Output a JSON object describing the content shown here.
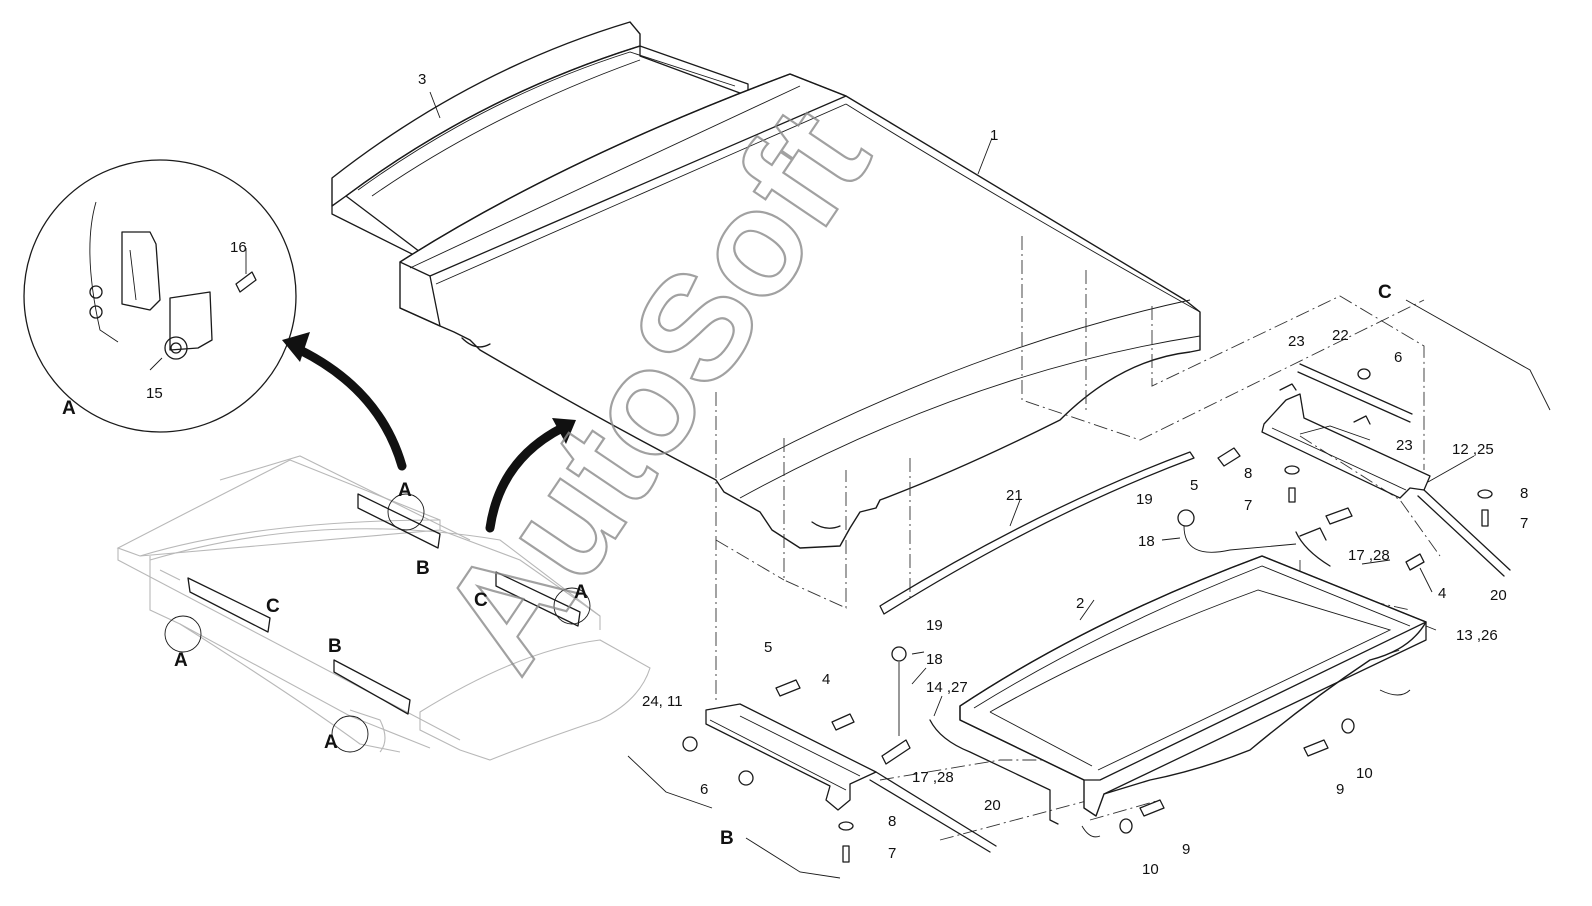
{
  "watermark": "AutoSoft",
  "detail": {
    "circle_label": "A"
  },
  "section_labels": {
    "b_group": "B",
    "c_group": "C"
  },
  "labels": [
    {
      "id": "l1",
      "text": "1"
    },
    {
      "id": "l2",
      "text": "2"
    },
    {
      "id": "l3",
      "text": "3"
    },
    {
      "id": "l4a",
      "text": "4"
    },
    {
      "id": "l4b",
      "text": "4"
    },
    {
      "id": "l5a",
      "text": "5"
    },
    {
      "id": "l5b",
      "text": "5"
    },
    {
      "id": "l6a",
      "text": "6"
    },
    {
      "id": "l6b",
      "text": "6"
    },
    {
      "id": "l7a",
      "text": "7"
    },
    {
      "id": "l7b",
      "text": "7"
    },
    {
      "id": "l7c",
      "text": "7"
    },
    {
      "id": "l8a",
      "text": "8"
    },
    {
      "id": "l8b",
      "text": "8"
    },
    {
      "id": "l8c",
      "text": "8"
    },
    {
      "id": "l9a",
      "text": "9"
    },
    {
      "id": "l9b",
      "text": "9"
    },
    {
      "id": "l10a",
      "text": "10"
    },
    {
      "id": "l10b",
      "text": "10"
    },
    {
      "id": "l1225",
      "text": "12 ,25"
    },
    {
      "id": "l1326",
      "text": "13 ,26"
    },
    {
      "id": "l1427",
      "text": "14 ,27"
    },
    {
      "id": "l15",
      "text": "15"
    },
    {
      "id": "l16",
      "text": "16"
    },
    {
      "id": "l1728a",
      "text": "17 ,28"
    },
    {
      "id": "l1728b",
      "text": "17 ,28"
    },
    {
      "id": "l18a",
      "text": "18"
    },
    {
      "id": "l18b",
      "text": "18"
    },
    {
      "id": "l19a",
      "text": "19"
    },
    {
      "id": "l19b",
      "text": "19"
    },
    {
      "id": "l20a",
      "text": "20"
    },
    {
      "id": "l20b",
      "text": "20"
    },
    {
      "id": "l21",
      "text": "21"
    },
    {
      "id": "l22",
      "text": "22"
    },
    {
      "id": "l23a",
      "text": "23"
    },
    {
      "id": "l23b",
      "text": "23"
    },
    {
      "id": "l2411",
      "text": "24, 11"
    },
    {
      "id": "lA1",
      "text": "A"
    },
    {
      "id": "lA2",
      "text": "A"
    },
    {
      "id": "lA3",
      "text": "A"
    },
    {
      "id": "lA4",
      "text": "A"
    },
    {
      "id": "lB1",
      "text": "B"
    },
    {
      "id": "lB2",
      "text": "B"
    },
    {
      "id": "lC1",
      "text": "C"
    },
    {
      "id": "lC2",
      "text": "C"
    }
  ]
}
